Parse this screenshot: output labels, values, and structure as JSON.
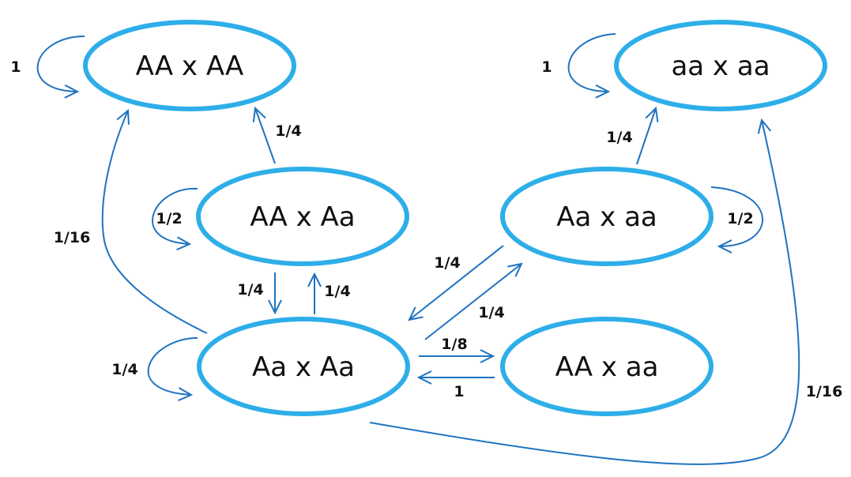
{
  "colors": {
    "node_stroke": "#2eaee9",
    "edge": "#1f73c0",
    "text": "#111111",
    "background": "#ffffff"
  },
  "nodes": {
    "AAxAA": "AA x AA",
    "aaxaa": "aa x aa",
    "AAxAa": "AA x Aa",
    "Aaxaa": "Aa x aa",
    "AaxAa": "Aa x Aa",
    "AAxaa": "AA x aa"
  },
  "edges": {
    "AAxAA_self": "1",
    "aaxaa_self": "1",
    "AAxAa_to_AAxAA": "1/4",
    "Aaxaa_to_aaxaa": "1/4",
    "AAxAa_self": "1/2",
    "Aaxaa_self": "1/2",
    "AaxAa_to_AAxAA": "1/16",
    "AaxAa_to_aaxaa": "1/16",
    "AAxAa_to_AaxAa": "1/4",
    "AaxAa_to_AAxAa": "1/4",
    "Aaxaa_to_AaxAa": "1/4",
    "AaxAa_to_Aaxaa": "1/4",
    "AaxAa_self": "1/4",
    "AaxAa_to_AAxaa": "1/8",
    "AAxaa_to_AaxAa": "1"
  }
}
